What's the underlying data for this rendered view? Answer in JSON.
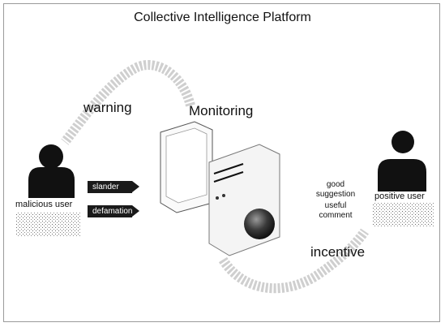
{
  "title": "Collective Intelligence Platform",
  "center_label": "Monitoring",
  "left_flow_label": "warning",
  "right_flow_label": "incentive",
  "malicious_user": {
    "name": "malicious user",
    "actions": [
      "slander",
      "defamation"
    ]
  },
  "positive_user": {
    "name": "positive user",
    "actions": [
      "good suggestion",
      "useful comment"
    ]
  }
}
